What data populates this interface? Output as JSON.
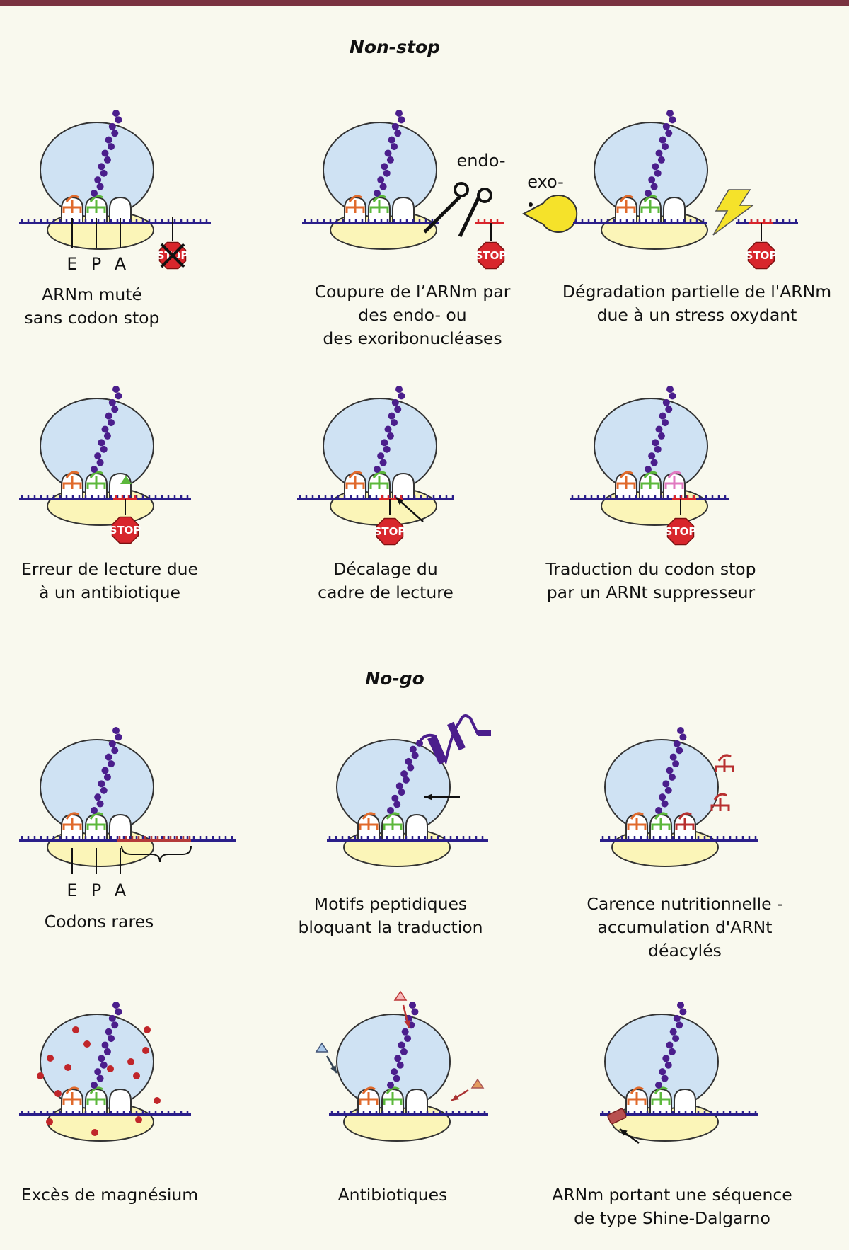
{
  "colors": {
    "background": "#f9f9ee",
    "top_bar": "#7a3340",
    "ribosome_large": "#cfe2f3",
    "ribosome_small": "#fbf5b8",
    "mrna": "#2b1f8a",
    "peptide": "#4b1e8c",
    "trna_e": "#e06a2c",
    "trna_p": "#5cb83c",
    "stop_sign": "#d8262c",
    "rare_codons": "#b43a3a"
  },
  "sections": {
    "nonstop": "Non-stop",
    "nogo": "No-go"
  },
  "labels": {
    "site_e": "E",
    "site_p": "P",
    "site_a": "A",
    "endo": "endo-",
    "exo": "exo-",
    "stop": "STOP"
  },
  "captions": {
    "c1": [
      "ARNm muté",
      "sans codon stop"
    ],
    "c2": [
      "Coupure de l’ARNm par",
      "des endo- ou",
      "des exoribonucléases"
    ],
    "c3": [
      "Dégradation partielle de l'ARNm",
      "due à un stress oxydant"
    ],
    "c4": [
      "Erreur de lecture due",
      "à un antibiotique"
    ],
    "c5": [
      "Décalage du",
      "cadre de lecture"
    ],
    "c6": [
      "Traduction du codon stop",
      "par un ARNt suppresseur"
    ],
    "c7": [
      "Codons rares"
    ],
    "c8": [
      "Motifs peptidiques",
      "bloquant la traduction"
    ],
    "c9": [
      "Carence nutritionnelle -",
      "accumulation d'ARNt",
      "déacylés"
    ],
    "c10": [
      "Excès de magnésium"
    ],
    "c11": [
      "Antibiotiques"
    ],
    "c12": [
      "ARNm portant une séquence",
      "de type Shine-Dalgarno"
    ]
  }
}
